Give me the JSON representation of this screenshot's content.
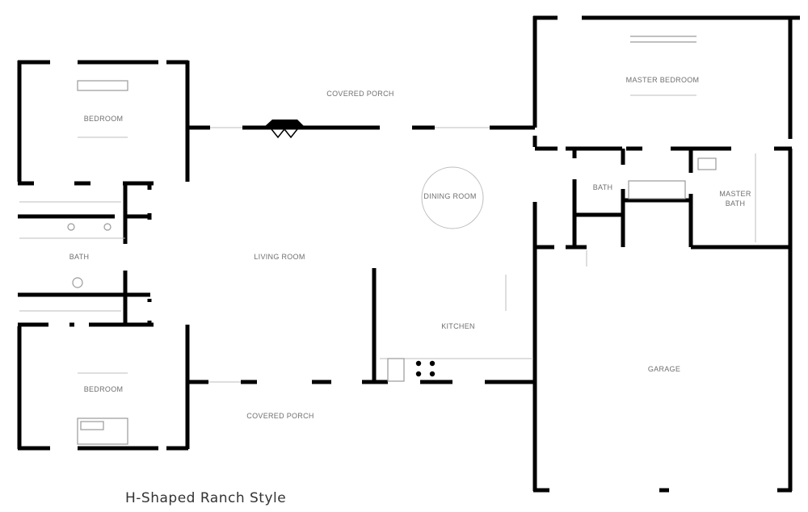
{
  "plan": {
    "caption": "H-Shaped Ranch Style",
    "rooms": {
      "bedroom_top": "BEDROOM",
      "bedroom_bottom": "BEDROOM",
      "bath_left": "BATH",
      "living_room": "LIVING ROOM",
      "dining_room": "DINING ROOM",
      "kitchen": "KITCHEN",
      "covered_porch_top": "COVERED PORCH",
      "covered_porch_bottom": "COVERED PORCH",
      "master_bedroom": "MASTER BEDROOM",
      "bath_right": "BATH",
      "master_bath_line1": "MASTER",
      "master_bath_line2": "BATH",
      "garage": "GARAGE"
    }
  }
}
